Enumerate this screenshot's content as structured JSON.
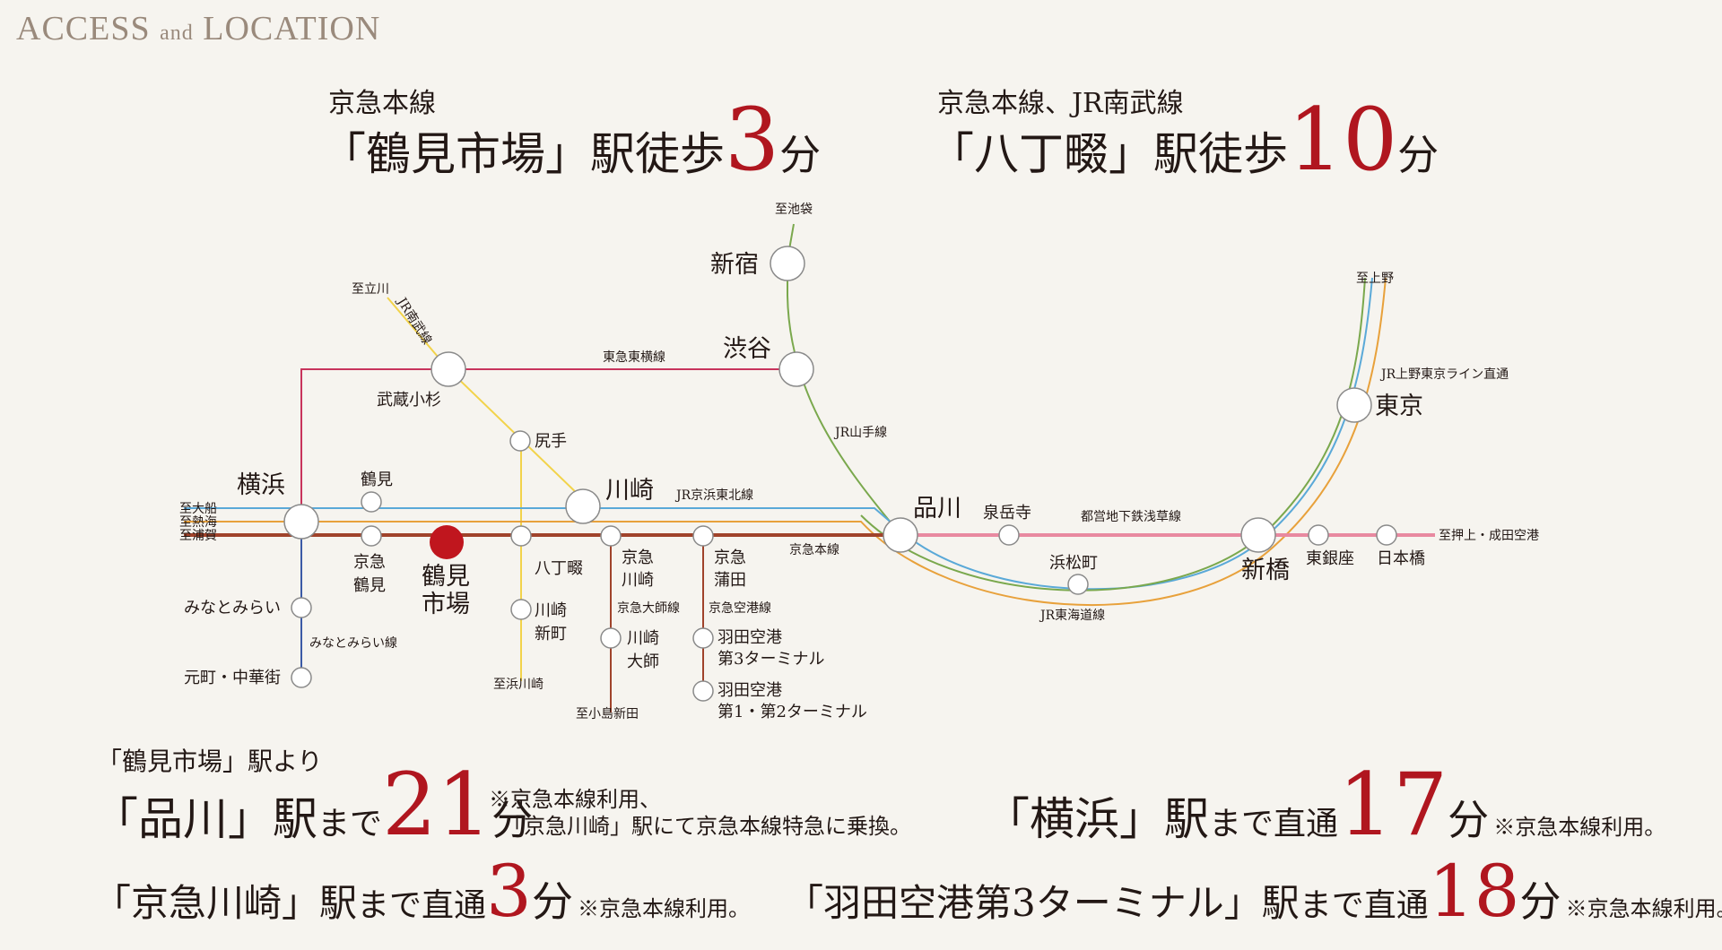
{
  "header": {
    "title_main": "ACCESS",
    "title_and": "and",
    "title_loc": "LOCATION"
  },
  "headline_left": {
    "line": "京急本線",
    "prefix": "「鶴見市場」駅徒歩",
    "num": "3",
    "unit": "分"
  },
  "headline_right": {
    "line": "京急本線、JR南武線",
    "prefix": "「八丁畷」駅徒歩",
    "num": "10",
    "unit": "分"
  },
  "map": {
    "directions": {
      "ikebukuro": "至池袋",
      "ueno": "至上野",
      "tachikawa": "至立川",
      "ofuna": "至大船",
      "atami": "至熱海",
      "uraga": "至浦賀",
      "hamakawasaki": "至浜川崎",
      "kojimashinden": "至小島新田",
      "oshiage": "至押上・成田空港"
    },
    "lines": {
      "tokyu_toyoko": "東急東横線",
      "jr_yamanote": "JR山手線",
      "jr_nambu": "JR南武線",
      "jr_keihin_tohoku": "JR京浜東北線",
      "keikyu_main": "京急本線",
      "keikyu_daishi": "京急大師線",
      "keikyu_airport": "京急空港線",
      "toei_asakusa": "都営地下鉄浅草線",
      "jr_tokaido": "JR東海道線",
      "minatomirai": "みなとみらい線",
      "jr_ueno_tokyo": "JR上野東京ライン直通"
    },
    "stations": {
      "shinjuku": "新宿",
      "shibuya": "渋谷",
      "musashikosugi": "武蔵小杉",
      "shitte": "尻手",
      "yokohama": "横浜",
      "tsurumi": "鶴見",
      "kawasaki": "川崎",
      "shinagawa": "品川",
      "sengakuji": "泉岳寺",
      "hamamatsucho": "浜松町",
      "shimbashi": "新橋",
      "higashiginza": "東銀座",
      "nihombashi": "日本橋",
      "tokyo": "東京",
      "keikyu_tsurumi_1": "京急",
      "keikyu_tsurumi_2": "鶴見",
      "tsurumiichiba_1": "鶴見",
      "tsurumiichiba_2": "市場",
      "hatchonawate": "八丁畷",
      "kawasakishinmachi_1": "川崎",
      "kawasakishinmachi_2": "新町",
      "keikyukawasaki_1": "京急",
      "keikyukawasaki_2": "川崎",
      "kawasakidaishi_1": "川崎",
      "kawasakidaishi_2": "大師",
      "keikyukamata_1": "京急",
      "keikyukamata_2": "蒲田",
      "haneda3_1": "羽田空港",
      "haneda3_2": "第3ターミナル",
      "haneda12_1": "羽田空港",
      "haneda12_2": "第1・第2ターミナル",
      "minatomirai_st": "みなとみらい",
      "motomachi": "元町・中華街"
    },
    "colors": {
      "keikyu": "#a0432b",
      "jr_keihin": "#5aa9d8",
      "jr_tokaido": "#e8a13b",
      "yamanote": "#7aa84d",
      "nambu": "#f2d34a",
      "toyoko": "#c8345c",
      "minatomirai": "#3b5aa6",
      "asakusa": "#e889a0",
      "highlight": "#c0161e"
    }
  },
  "times": {
    "from": "「鶴見市場」駅より",
    "shinagawa": {
      "prefix": "「品川」駅",
      "made": "まで",
      "num": "21",
      "unit": "分",
      "note1": "※京急本線利用、",
      "note2": "「京急川崎」駅にて京急本線特急に乗換。"
    },
    "yokohama": {
      "prefix": "「横浜」駅",
      "made": "まで直通",
      "num": "17",
      "unit": "分",
      "note": "※京急本線利用。"
    },
    "keikyukawasaki": {
      "prefix": "「京急川崎」駅",
      "made": "まで直通",
      "num": "3",
      "unit": "分",
      "note": "※京急本線利用。"
    },
    "haneda": {
      "prefix": "「羽田空港第3ターミナル」駅",
      "made": "まで直通",
      "num": "18",
      "unit": "分",
      "note": "※京急本線利用。"
    }
  }
}
